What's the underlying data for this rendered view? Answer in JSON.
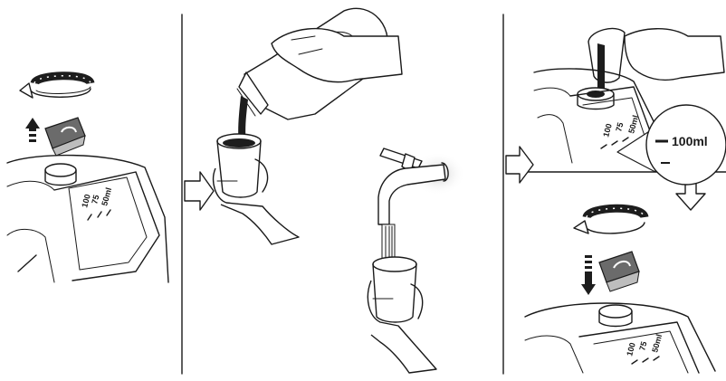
{
  "step1": {
    "scale_labels": [
      "100",
      "75",
      "50ml"
    ]
  },
  "step3": {
    "scale_labels": [
      "100",
      "75",
      "50ml"
    ],
    "magnified_label": "100ml"
  },
  "step4": {
    "scale_labels": [
      "100",
      "75",
      "50ml"
    ]
  },
  "colors": {
    "line": "#1a1a1a",
    "cap_dark": "#6b6b6b",
    "liquid": "#1d1d1d",
    "tap_glow": "#e0e0e0"
  }
}
